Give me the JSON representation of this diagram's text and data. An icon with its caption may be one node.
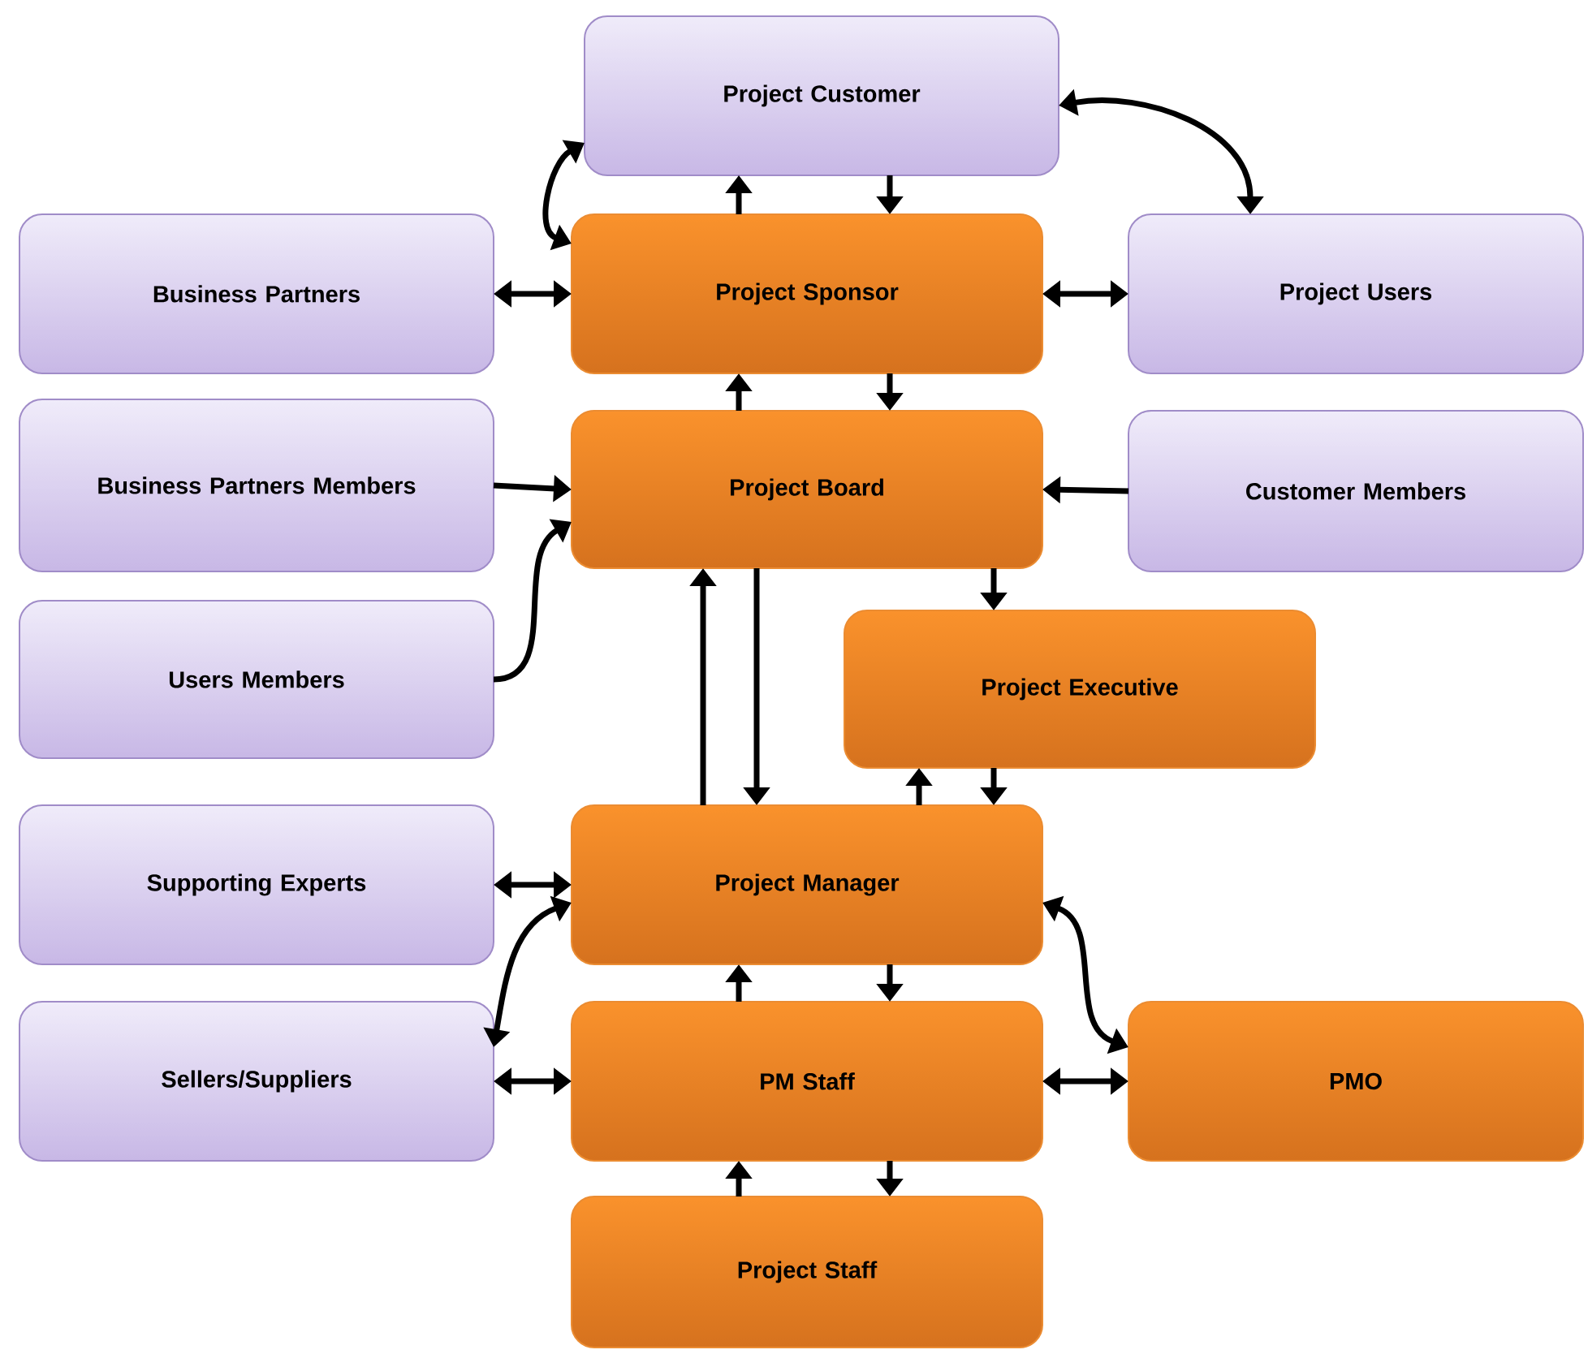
{
  "diagram": {
    "nodes": [
      {
        "text": [
          "Project Customer"
        ]
      },
      {
        "text": [
          "Business Partners"
        ]
      },
      {
        "text": [
          "Project Sponsor"
        ]
      },
      {
        "text": [
          "Project Users"
        ]
      },
      {
        "text": [
          "Business Partners Members"
        ]
      },
      {
        "text": [
          "Project Board"
        ]
      },
      {
        "text": [
          "Customer Members"
        ]
      },
      {
        "text": [
          "Users Members"
        ]
      },
      {
        "text": [
          "Project Executive"
        ]
      },
      {
        "text": [
          "Supporting Experts"
        ]
      },
      {
        "text": [
          "Project Manager"
        ]
      },
      {
        "text": [
          "Sellers/Suppliers"
        ]
      },
      {
        "text": [
          "PM Staff"
        ]
      },
      {
        "text": [
          "PMO"
        ]
      },
      {
        "text": [
          "Project Staff"
        ]
      }
    ],
    "edges": [
      {
        "from": 2,
        "to": 0,
        "arrow": "to"
      },
      {
        "from": 0,
        "to": 2,
        "arrow": "to"
      },
      {
        "from": 0,
        "to": 2,
        "arrow": "both"
      },
      {
        "from": 0,
        "to": 3,
        "arrow": "both"
      },
      {
        "from": 1,
        "to": 2,
        "arrow": "both"
      },
      {
        "from": 2,
        "to": 3,
        "arrow": "both"
      },
      {
        "from": 5,
        "to": 2,
        "arrow": "to"
      },
      {
        "from": 2,
        "to": 5,
        "arrow": "to"
      },
      {
        "from": 4,
        "to": 5,
        "arrow": "to"
      },
      {
        "from": 6,
        "to": 5,
        "arrow": "to"
      },
      {
        "from": 7,
        "to": 5,
        "arrow": "to"
      },
      {
        "from": 5,
        "to": 8,
        "arrow": "to"
      },
      {
        "from": 10,
        "to": 5,
        "arrow": "to"
      },
      {
        "from": 5,
        "to": 10,
        "arrow": "to"
      },
      {
        "from": 10,
        "to": 8,
        "arrow": "to"
      },
      {
        "from": 8,
        "to": 10,
        "arrow": "to"
      },
      {
        "from": 9,
        "to": 10,
        "arrow": "both"
      },
      {
        "from": 11,
        "to": 10,
        "arrow": "both"
      },
      {
        "from": 10,
        "to": 13,
        "arrow": "both"
      },
      {
        "from": 12,
        "to": 10,
        "arrow": "to"
      },
      {
        "from": 10,
        "to": 12,
        "arrow": "to"
      },
      {
        "from": 11,
        "to": 12,
        "arrow": "both"
      },
      {
        "from": 12,
        "to": 13,
        "arrow": "both"
      },
      {
        "from": 14,
        "to": 12,
        "arrow": "to"
      },
      {
        "from": 12,
        "to": 14,
        "arrow": "to"
      }
    ]
  }
}
